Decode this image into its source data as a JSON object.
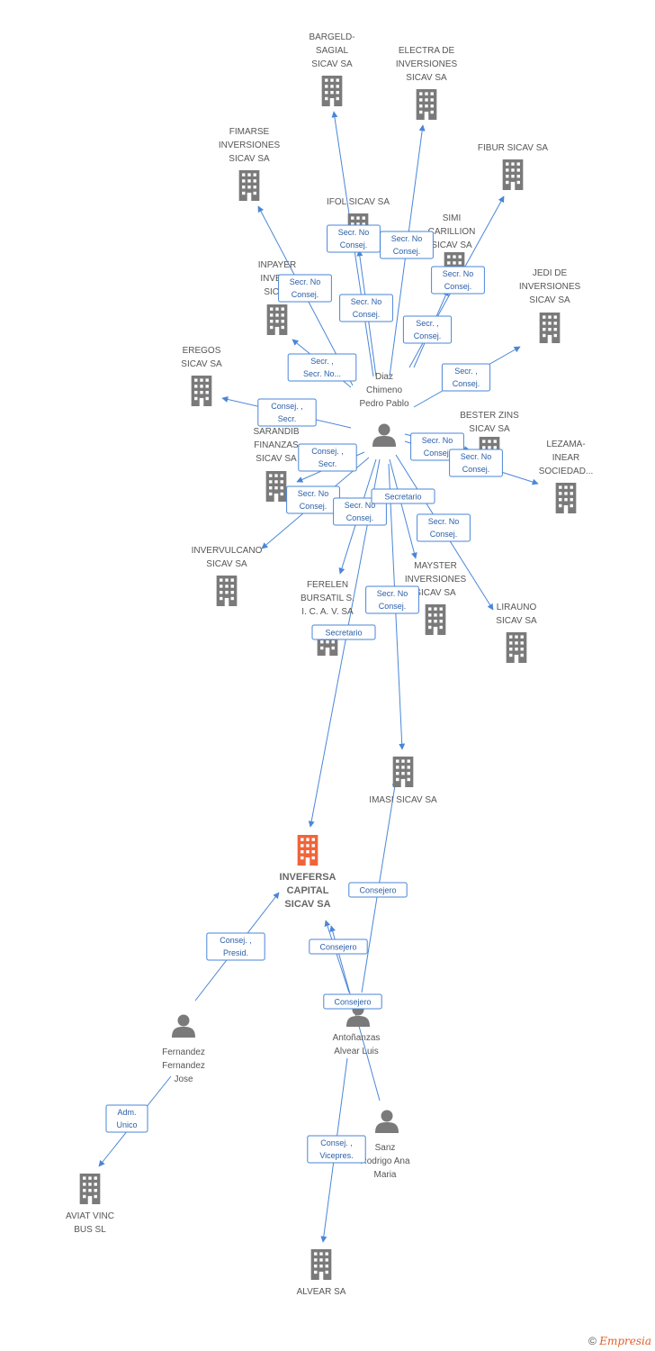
{
  "colors": {
    "edge": "#4a86d8",
    "edge_text": "#2a5fa8",
    "company": "#7a7a7a",
    "person": "#7a7a7a",
    "focus": "#f0643a",
    "label": "#555555"
  },
  "nodes": [
    {
      "id": "bargeld",
      "kind": "company",
      "lines": [
        "BARGELD-",
        "SAGIAL",
        "SICAV SA"
      ]
    },
    {
      "id": "electra",
      "kind": "company",
      "lines": [
        "ELECTRA DE",
        "INVERSIONES",
        "SICAV SA"
      ]
    },
    {
      "id": "fimarse",
      "kind": "company",
      "lines": [
        "FIMARSE",
        "INVERSIONES",
        "SICAV SA"
      ]
    },
    {
      "id": "fibur",
      "kind": "company",
      "lines": [
        "FIBUR SICAV SA"
      ]
    },
    {
      "id": "ifol",
      "kind": "company",
      "lines": [
        "IFOL SICAV SA"
      ]
    },
    {
      "id": "simi",
      "kind": "company",
      "lines": [
        "SIMI",
        "CARILLION",
        "SICAV SA"
      ]
    },
    {
      "id": "inpayer",
      "kind": "company",
      "lines": [
        "INPAYER",
        "INVERS",
        "SICAV"
      ]
    },
    {
      "id": "jedi",
      "kind": "company",
      "lines": [
        "JEDI DE",
        "INVERSIONES",
        "SICAV SA"
      ]
    },
    {
      "id": "eregos",
      "kind": "company",
      "lines": [
        "EREGOS",
        "SICAV SA"
      ]
    },
    {
      "id": "diaz",
      "kind": "person",
      "lines": [
        "Diaz",
        "Chimeno",
        "Pedro Pablo"
      ]
    },
    {
      "id": "bester",
      "kind": "company",
      "lines": [
        "BESTER ZINS",
        "SICAV SA"
      ]
    },
    {
      "id": "lezama",
      "kind": "company",
      "lines": [
        "LEZAMA-",
        "INEAR",
        "SOCIEDAD..."
      ]
    },
    {
      "id": "sarandib",
      "kind": "company",
      "lines": [
        "SARANDIB",
        "FINANZAS",
        "SICAV SA"
      ]
    },
    {
      "id": "intervulcano",
      "kind": "company",
      "lines": [
        "INVERVULCANO",
        "SICAV SA"
      ]
    },
    {
      "id": "ferelen",
      "kind": "company",
      "lines": [
        "FERELEN",
        "BURSATIL S.",
        "I. C. A. V. SA"
      ]
    },
    {
      "id": "mayster",
      "kind": "company",
      "lines": [
        "MAYSTER",
        "INVERSIONES",
        "SICAV SA"
      ]
    },
    {
      "id": "lirauno",
      "kind": "company",
      "lines": [
        "LIRAUNO",
        "SICAV SA"
      ]
    },
    {
      "id": "imasi",
      "kind": "company",
      "lines": [
        "IMASI SICAV SA"
      ]
    },
    {
      "id": "invefersa",
      "kind": "focus",
      "lines": [
        "INVEFERSA",
        "CAPITAL",
        "SICAV SA"
      ]
    },
    {
      "id": "fernandez",
      "kind": "person",
      "lines": [
        "Fernandez",
        "Fernandez",
        "Jose"
      ]
    },
    {
      "id": "antonanzas",
      "kind": "person",
      "lines": [
        "Antoñanzas",
        "Alvear Luis"
      ]
    },
    {
      "id": "sanz",
      "kind": "person",
      "lines": [
        "Sanz",
        "Rodrigo Ana",
        "Maria"
      ]
    },
    {
      "id": "aviat",
      "kind": "company",
      "lines": [
        "AVIAT VINC",
        "BUS SL"
      ]
    },
    {
      "id": "alvear",
      "kind": "company",
      "lines": [
        "ALVEAR SA"
      ]
    }
  ],
  "edges": [
    {
      "from": "diaz",
      "to": "bargeld",
      "lines": [
        "Secr. No",
        "Consej."
      ]
    },
    {
      "from": "diaz",
      "to": "electra",
      "lines": [
        "Secr. No",
        "Consej."
      ]
    },
    {
      "from": "diaz",
      "to": "fimarse",
      "lines": [
        "Secr. No",
        "Consej."
      ]
    },
    {
      "from": "diaz",
      "to": "ifol",
      "lines": [
        "Secr. No",
        "Consej."
      ]
    },
    {
      "from": "diaz",
      "to": "fibur",
      "lines": [
        "Secr. No",
        "Consej."
      ]
    },
    {
      "from": "diaz",
      "to": "simi",
      "lines": [
        "Secr. ,",
        "Consej."
      ]
    },
    {
      "from": "diaz",
      "to": "inpayer",
      "lines": [
        "Secr. ,",
        "Secr. No..."
      ]
    },
    {
      "from": "diaz",
      "to": "jedi",
      "lines": [
        "Secr. ,",
        "Consej."
      ]
    },
    {
      "from": "diaz",
      "to": "eregos",
      "lines": [
        "Consej. ,",
        "Secr."
      ]
    },
    {
      "from": "diaz",
      "to": "bester",
      "lines": [
        "Secr. No",
        "Consej."
      ]
    },
    {
      "from": "diaz",
      "to": "lezama",
      "lines": [
        "Secr. No",
        "Consej."
      ]
    },
    {
      "from": "diaz",
      "to": "sarandib",
      "lines": [
        "Consej. ,",
        "Secr."
      ]
    },
    {
      "from": "diaz",
      "to": "intervulcano",
      "lines": [
        "Secr. No",
        "Consej."
      ]
    },
    {
      "from": "diaz",
      "to": "ferelen",
      "lines": [
        "Secr. No",
        "Consej."
      ]
    },
    {
      "from": "diaz",
      "to": "mayster",
      "lines": [
        "Secretario"
      ]
    },
    {
      "from": "diaz",
      "to": "lirauno",
      "lines": [
        "Secr. No",
        "Consej."
      ]
    },
    {
      "from": "diaz",
      "to": "imasi",
      "lines": [
        "Secr. No",
        "Consej."
      ]
    },
    {
      "from": "diaz",
      "to": "invefersa",
      "lines": [
        "Secretario"
      ]
    },
    {
      "from": "fernandez",
      "to": "invefersa",
      "lines": [
        "Consej. ,",
        "Presid."
      ]
    },
    {
      "from": "antonanzas",
      "to": "invefersa",
      "lines": [
        "Consejero"
      ]
    },
    {
      "from": "antonanzas",
      "to": "imasi",
      "lines": [
        "Consejero"
      ]
    },
    {
      "from": "sanz",
      "to": "invefersa",
      "lines": [
        "Consejero"
      ]
    },
    {
      "from": "fernandez",
      "to": "aviat",
      "lines": [
        "Adm.",
        "Unico"
      ]
    },
    {
      "from": "antonanzas",
      "to": "alvear",
      "lines": [
        "Consej. ,",
        "Vicepres."
      ]
    }
  ],
  "footer": {
    "copyright": "©",
    "brand": "Empresia"
  }
}
